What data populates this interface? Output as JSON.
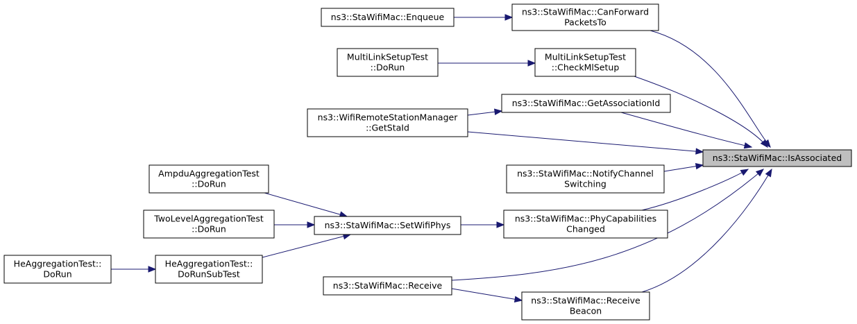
{
  "diagram": {
    "nodes": [
      {
        "id": "isassociated",
        "lines": [
          "ns3::StaWifiMac::IsAssociated"
        ],
        "root": true
      },
      {
        "id": "canforward",
        "lines": [
          "ns3::StaWifiMac::CanForward",
          "PacketsTo"
        ]
      },
      {
        "id": "enqueue",
        "lines": [
          "ns3::StaWifiMac::Enqueue"
        ]
      },
      {
        "id": "checkml",
        "lines": [
          "MultiLinkSetupTest",
          "::CheckMlSetup"
        ]
      },
      {
        "id": "mlsdorun",
        "lines": [
          "MultiLinkSetupTest",
          "::DoRun"
        ]
      },
      {
        "id": "getassoc",
        "lines": [
          "ns3::StaWifiMac::GetAssociationId"
        ]
      },
      {
        "id": "getstaid",
        "lines": [
          "ns3::WifiRemoteStationManager",
          "::GetStaId"
        ]
      },
      {
        "id": "notifych",
        "lines": [
          "ns3::StaWifiMac::NotifyChannel",
          "Switching"
        ]
      },
      {
        "id": "phycap",
        "lines": [
          "ns3::StaWifiMac::PhyCapabilities",
          "Changed"
        ]
      },
      {
        "id": "setwifiphys",
        "lines": [
          "ns3::StaWifiMac::SetWifiPhys"
        ]
      },
      {
        "id": "ampdu",
        "lines": [
          "AmpduAggregationTest",
          "::DoRun"
        ]
      },
      {
        "id": "twolevel",
        "lines": [
          "TwoLevelAggregationTest",
          "::DoRun"
        ]
      },
      {
        "id": "hesub",
        "lines": [
          "HeAggregationTest::",
          "DoRunSubTest"
        ]
      },
      {
        "id": "hedorun",
        "lines": [
          "HeAggregationTest::",
          "DoRun"
        ]
      },
      {
        "id": "receive",
        "lines": [
          "ns3::StaWifiMac::Receive"
        ]
      },
      {
        "id": "recbeacon",
        "lines": [
          "ns3::StaWifiMac::Receive",
          "Beacon"
        ]
      }
    ],
    "edges": [
      {
        "from": "canforward",
        "to": "isassociated"
      },
      {
        "from": "enqueue",
        "to": "canforward"
      },
      {
        "from": "checkml",
        "to": "isassociated"
      },
      {
        "from": "mlsdorun",
        "to": "checkml"
      },
      {
        "from": "getassoc",
        "to": "isassociated"
      },
      {
        "from": "getstaid",
        "to": "getassoc"
      },
      {
        "from": "getstaid",
        "to": "isassociated"
      },
      {
        "from": "notifych",
        "to": "isassociated"
      },
      {
        "from": "phycap",
        "to": "isassociated"
      },
      {
        "from": "setwifiphys",
        "to": "phycap"
      },
      {
        "from": "ampdu",
        "to": "setwifiphys"
      },
      {
        "from": "twolevel",
        "to": "setwifiphys"
      },
      {
        "from": "hesub",
        "to": "setwifiphys"
      },
      {
        "from": "hedorun",
        "to": "hesub"
      },
      {
        "from": "receive",
        "to": "isassociated"
      },
      {
        "from": "receive",
        "to": "recbeacon"
      },
      {
        "from": "recbeacon",
        "to": "isassociated"
      }
    ],
    "colors": {
      "edge": "#191970",
      "root_fill": "#bfbfbf",
      "node_fill": "#ffffff",
      "border": "#000000"
    }
  }
}
